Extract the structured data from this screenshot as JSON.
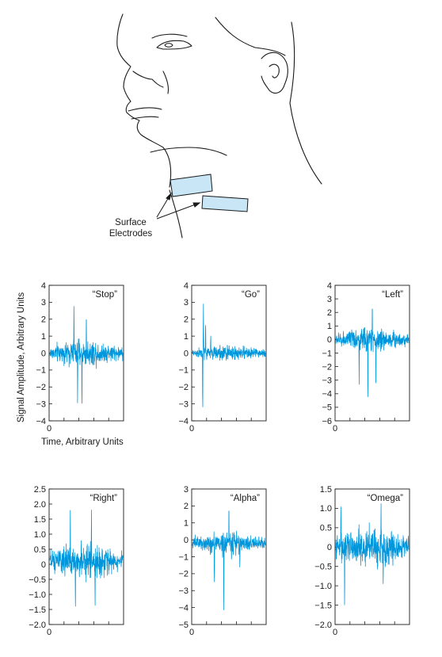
{
  "illustration": {
    "electrode_label_line1": "Surface",
    "electrode_label_line2": "Electrodes",
    "electrode_fill": "#c9e6f7",
    "line_color": "#1a1a1a"
  },
  "axes_labels": {
    "ylabel": "Signal Amplitude, Arbitrary Units",
    "xlabel": "Time, Arbitrary Units"
  },
  "signal_color": "#0096dc",
  "chart_data": [
    {
      "type": "line",
      "title": "“Stop”",
      "ylim": [
        -4,
        4
      ],
      "yticks": [
        "4",
        "3",
        "2",
        "1",
        "0",
        "−1",
        "−2",
        "−3",
        "−4"
      ],
      "xtick_label": "0",
      "series": [
        {
          "baseline": 0,
          "typical_amplitude": 0.8,
          "peaks": [
            [
              0.33,
              3.3
            ],
            [
              0.44,
              -3.8
            ],
            [
              0.38,
              -3.4
            ],
            [
              0.5,
              2.8
            ]
          ]
        }
      ]
    },
    {
      "type": "line",
      "title": "“Go”",
      "ylim": [
        -4,
        4
      ],
      "yticks": [
        "4",
        "3",
        "2",
        "1",
        "0",
        "−1",
        "−2",
        "−3",
        "−4"
      ],
      "xtick_label": "0",
      "series": [
        {
          "baseline": 0,
          "typical_amplitude": 0.5,
          "peaks": [
            [
              0.15,
              3.2
            ],
            [
              0.14,
              -4.0
            ],
            [
              0.18,
              2.2
            ],
            [
              0.25,
              1.2
            ]
          ]
        }
      ]
    },
    {
      "type": "line",
      "title": "“Left”",
      "ylim": [
        -6,
        4
      ],
      "yticks": [
        "4",
        "3",
        "2",
        "1",
        "0",
        "−1",
        "−2",
        "−3",
        "−4",
        "−5",
        "−6"
      ],
      "xtick_label": "0",
      "series": [
        {
          "baseline": 0,
          "typical_amplitude": 0.9,
          "peaks": [
            [
              0.44,
              -5.4
            ],
            [
              0.5,
              3.2
            ],
            [
              0.32,
              -3.5
            ],
            [
              0.55,
              -4.4
            ]
          ]
        }
      ]
    },
    {
      "type": "line",
      "title": "“Right”",
      "ylim": [
        -2,
        2.5
      ],
      "yticks": [
        "2.5",
        "2.0",
        "1.5",
        "1.0",
        "0.5",
        "0",
        "−0.5",
        "−1.0",
        "−1.5",
        "−2.0"
      ],
      "xtick_label": "0",
      "series": [
        {
          "baseline": 0.1,
          "typical_amplitude": 0.6,
          "peaks": [
            [
              0.28,
              2.2
            ],
            [
              0.35,
              -1.8
            ],
            [
              0.57,
              2.0
            ],
            [
              0.62,
              -1.6
            ]
          ]
        }
      ]
    },
    {
      "type": "line",
      "title": "“Alpha”",
      "ylim": [
        -5,
        3
      ],
      "yticks": [
        "3",
        "2",
        "1",
        "0",
        "−1",
        "−2",
        "−3",
        "−4",
        "−5"
      ],
      "xtick_label": "0",
      "series": [
        {
          "baseline": -0.2,
          "typical_amplitude": 0.7,
          "peaks": [
            [
              0.43,
              -4.6
            ],
            [
              0.3,
              -3.0
            ],
            [
              0.5,
              2.5
            ],
            [
              0.65,
              -2.0
            ]
          ]
        }
      ]
    },
    {
      "type": "line",
      "title": "“Omega”",
      "ylim": [
        -2,
        1.5
      ],
      "yticks": [
        "1.5",
        "1.0",
        "0.5",
        "0",
        "−0.5",
        "−1.0",
        "−1.5",
        "−2.0"
      ],
      "xtick_label": "0",
      "series": [
        {
          "baseline": 0,
          "typical_amplitude": 0.55,
          "peaks": [
            [
              0.12,
              -1.8
            ],
            [
              0.07,
              1.3
            ],
            [
              0.62,
              1.3
            ],
            [
              0.65,
              -1.2
            ]
          ]
        }
      ]
    }
  ]
}
